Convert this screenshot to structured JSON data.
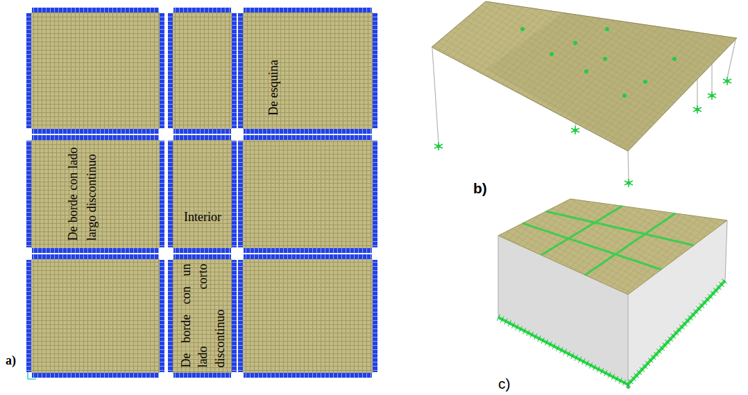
{
  "diagram": {
    "nodes": [
      {
        "text": [
          "De esquina"
        ]
      },
      {
        "text": [
          "De borde con lado largo discontinuo"
        ]
      },
      {
        "text": [
          "Interior"
        ]
      },
      {
        "text": [
          "De borde con un lado corto discontinuo"
        ]
      }
    ],
    "labels": [
      "a)",
      "b)",
      "c)"
    ]
  }
}
